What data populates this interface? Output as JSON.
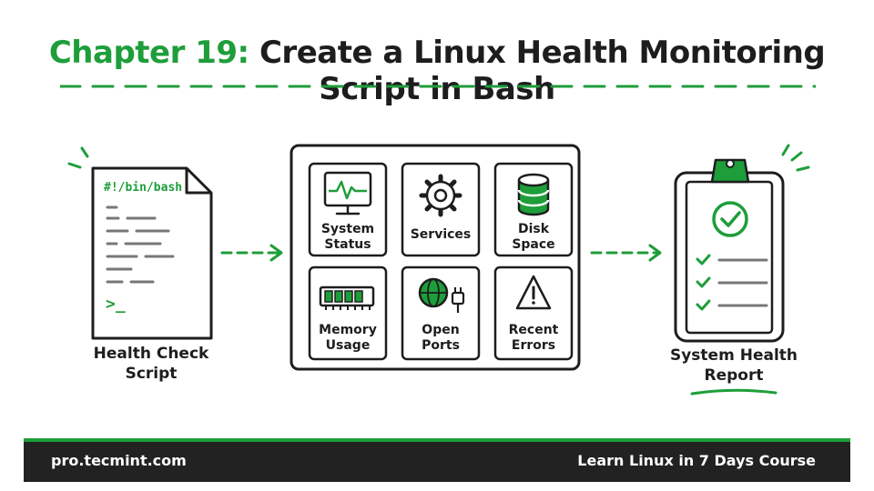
{
  "title": {
    "prefix": "Chapter 19:",
    "main": "Create a Linux Health Monitoring Script in Bash"
  },
  "script": {
    "shebang": "#!/bin/bash",
    "prompt": ">_",
    "label_line1": "Health Check",
    "label_line2": "Script"
  },
  "modules": [
    {
      "line1": "System",
      "line2": "Status",
      "icon": "monitor-pulse-icon"
    },
    {
      "line1": "Services",
      "line2": "",
      "icon": "gear-icon"
    },
    {
      "line1": "Disk",
      "line2": "Space",
      "icon": "database-icon"
    },
    {
      "line1": "Memory",
      "line2": "Usage",
      "icon": "memory-chip-icon"
    },
    {
      "line1": "Open",
      "line2": "Ports",
      "icon": "globe-plug-icon"
    },
    {
      "line1": "Recent",
      "line2": "Errors",
      "icon": "warning-icon"
    }
  ],
  "report": {
    "label_line1": "System Health",
    "label_line2": "Report"
  },
  "footer": {
    "site": "pro.tecmint.com",
    "course": "Learn Linux in 7 Days Course"
  },
  "colors": {
    "accent": "#1e9e3a",
    "ink": "#1d1d1d",
    "footer_bg": "#222222"
  }
}
